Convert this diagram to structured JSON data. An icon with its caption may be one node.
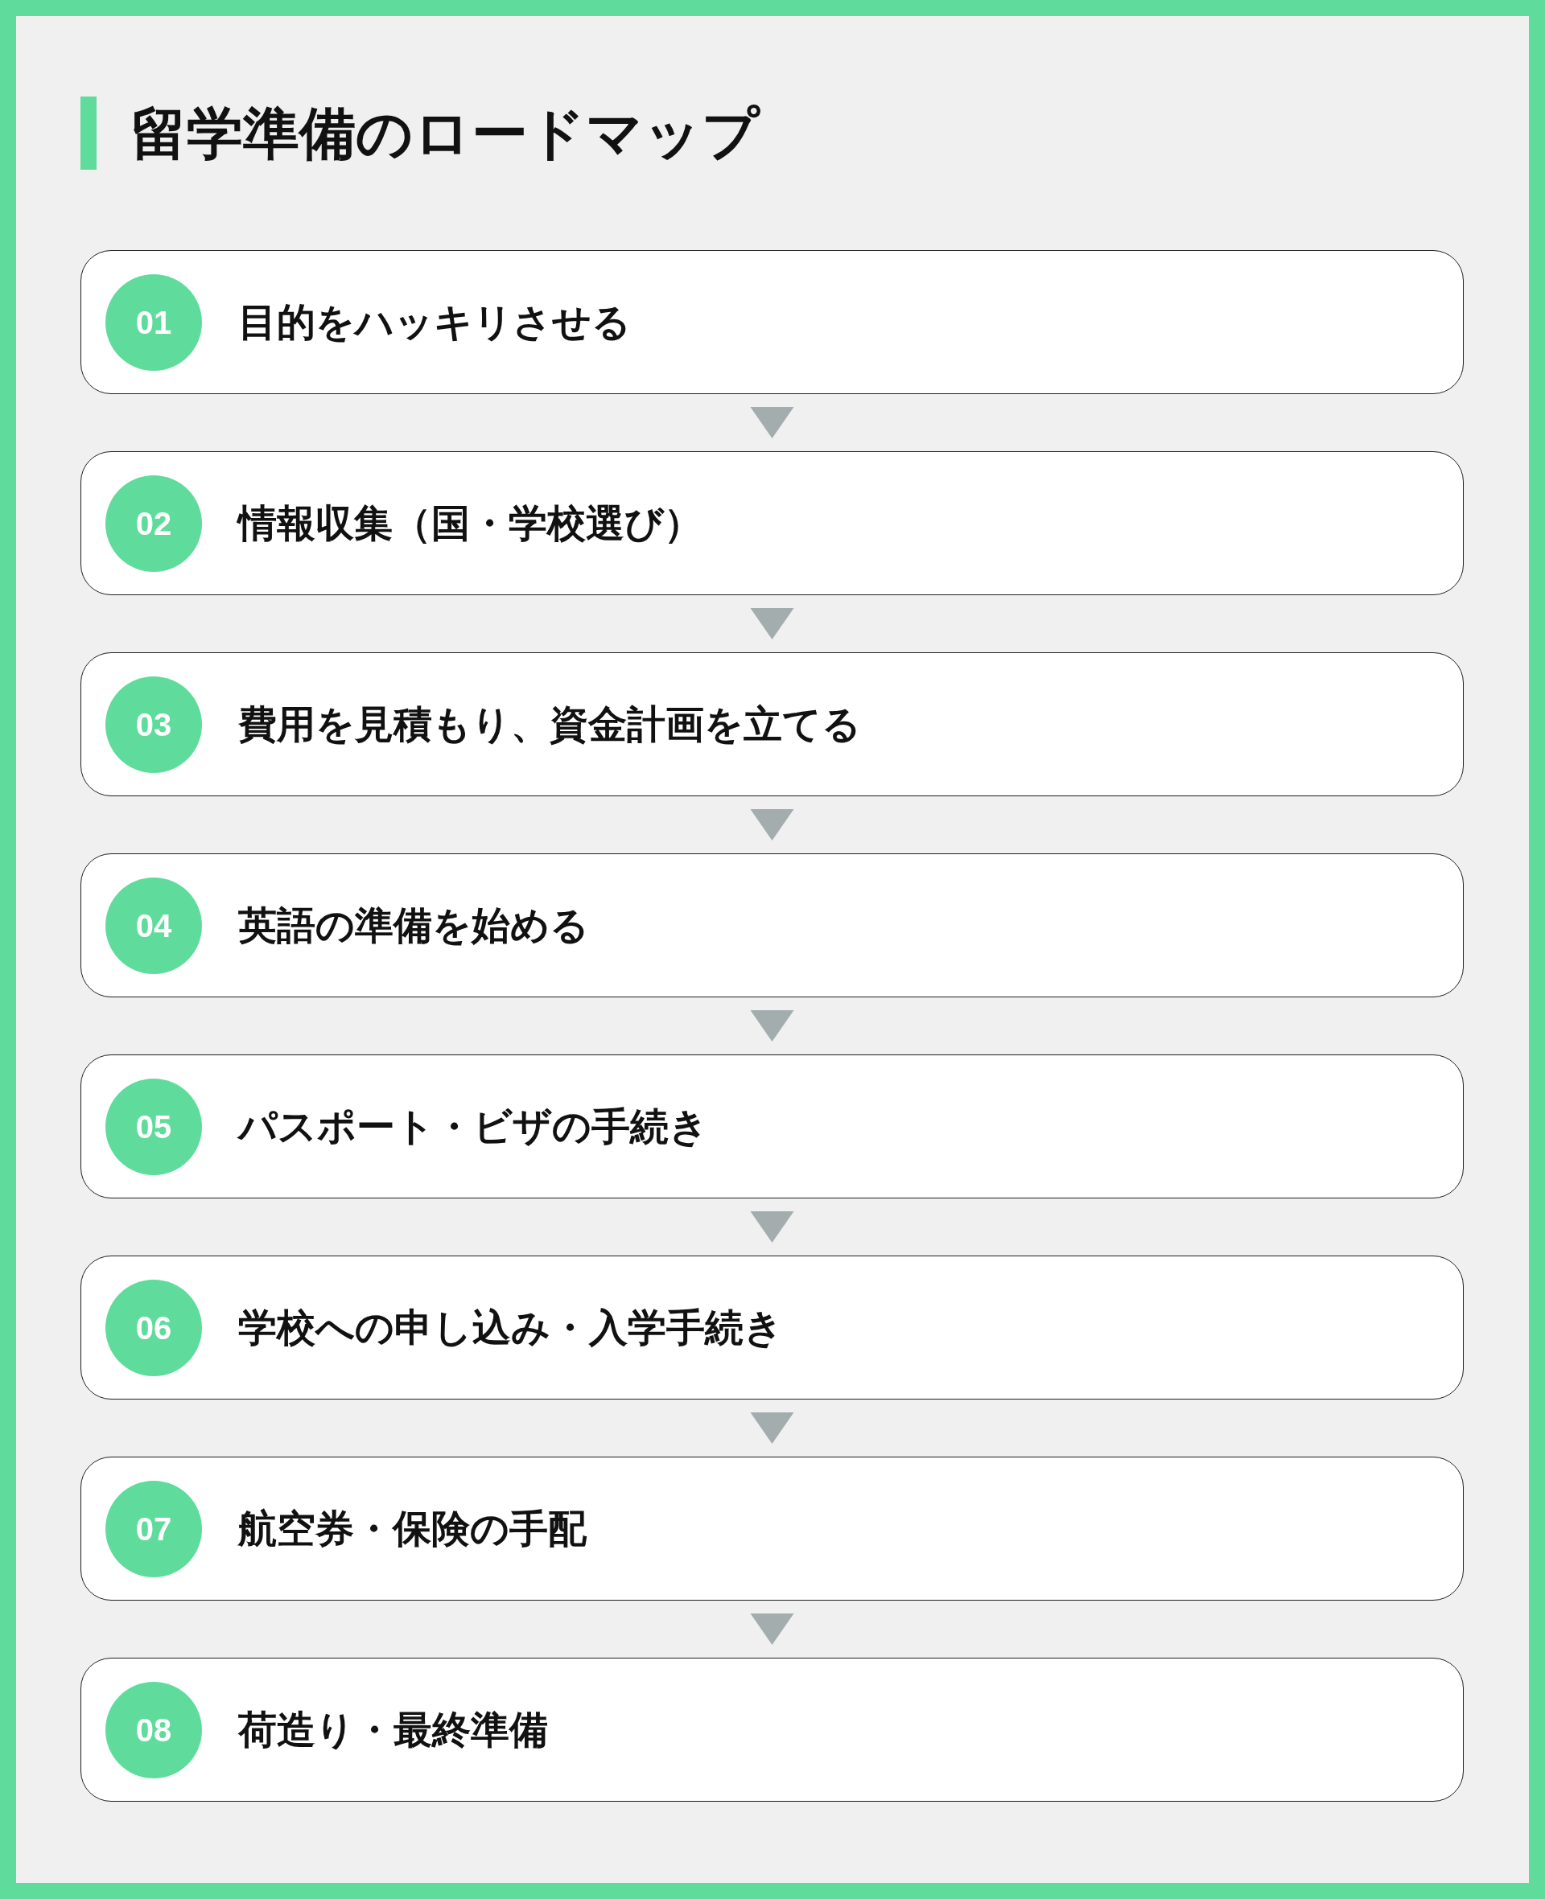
{
  "diagram": {
    "title": "留学準備のロードマップ",
    "nodes": [
      {
        "text": [
          "目的をハッキリさせる"
        ]
      },
      {
        "text": [
          "01"
        ],
        "in": 0
      },
      {
        "text": [
          "情報収集（国・学校選び）"
        ]
      },
      {
        "text": [
          "02"
        ],
        "in": 2
      },
      {
        "text": [
          "費用を見積もり、資金計画を立てる"
        ]
      },
      {
        "text": [
          "03"
        ],
        "in": 4
      },
      {
        "text": [
          "英語の準備を始める"
        ]
      },
      {
        "text": [
          "04"
        ],
        "in": 6
      },
      {
        "text": [
          "パスポート・ビザの手続き"
        ]
      },
      {
        "text": [
          "05"
        ],
        "in": 8
      },
      {
        "text": [
          "学校への申し込み・入学手続き"
        ]
      },
      {
        "text": [
          "06"
        ],
        "in": 10
      },
      {
        "text": [
          "航空券・保険の手配"
        ]
      },
      {
        "text": [
          "07"
        ],
        "in": 12
      },
      {
        "text": [
          "荷造り・最終準備"
        ]
      },
      {
        "text": [
          "08"
        ],
        "in": 14
      }
    ],
    "edges": [
      {
        "from": 0,
        "to": 2,
        "arrow": "to"
      },
      {
        "from": 2,
        "to": 4,
        "arrow": "to"
      },
      {
        "from": 4,
        "to": 6,
        "arrow": "to"
      },
      {
        "from": 6,
        "to": 8,
        "arrow": "to"
      },
      {
        "from": 8,
        "to": 10,
        "arrow": "to"
      },
      {
        "from": 10,
        "to": 12,
        "arrow": "to"
      },
      {
        "from": 12,
        "to": 14,
        "arrow": "to"
      }
    ]
  }
}
